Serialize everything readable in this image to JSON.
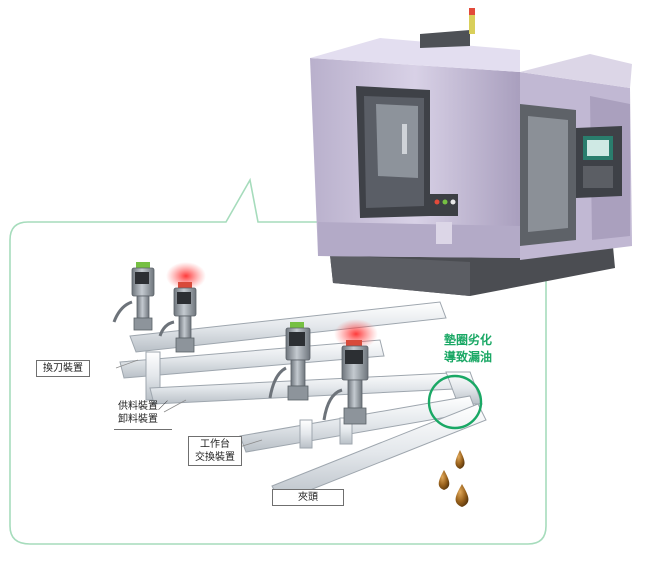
{
  "labels": {
    "tool_change": "換刀裝置",
    "feed_unload_line1": "供料裝置／",
    "feed_unload_line2": "卸料裝置",
    "worktable_line1": "工作台",
    "worktable_line2": "交換裝置",
    "spindle_clamp": "夾頭"
  },
  "callout": {
    "line1": "墊圈劣化",
    "line2": "導致漏油"
  },
  "colors": {
    "accent_green": "#1aa865",
    "frame_green": "#9bd7b3",
    "machine_body": "#c9c0d9",
    "machine_dark": "#3b3d42",
    "pipe": "#e6e9ec",
    "sensor_body": "#9ba3ab",
    "sensor_red_glow": "#ff2a2a",
    "sensor_green_cap": "#76c043",
    "oil_drop": "#8a5a1c"
  },
  "icons": [
    "pressure-sensor-icon",
    "oil-drop-icon",
    "leak-circle-icon",
    "status-lamp-icon"
  ]
}
